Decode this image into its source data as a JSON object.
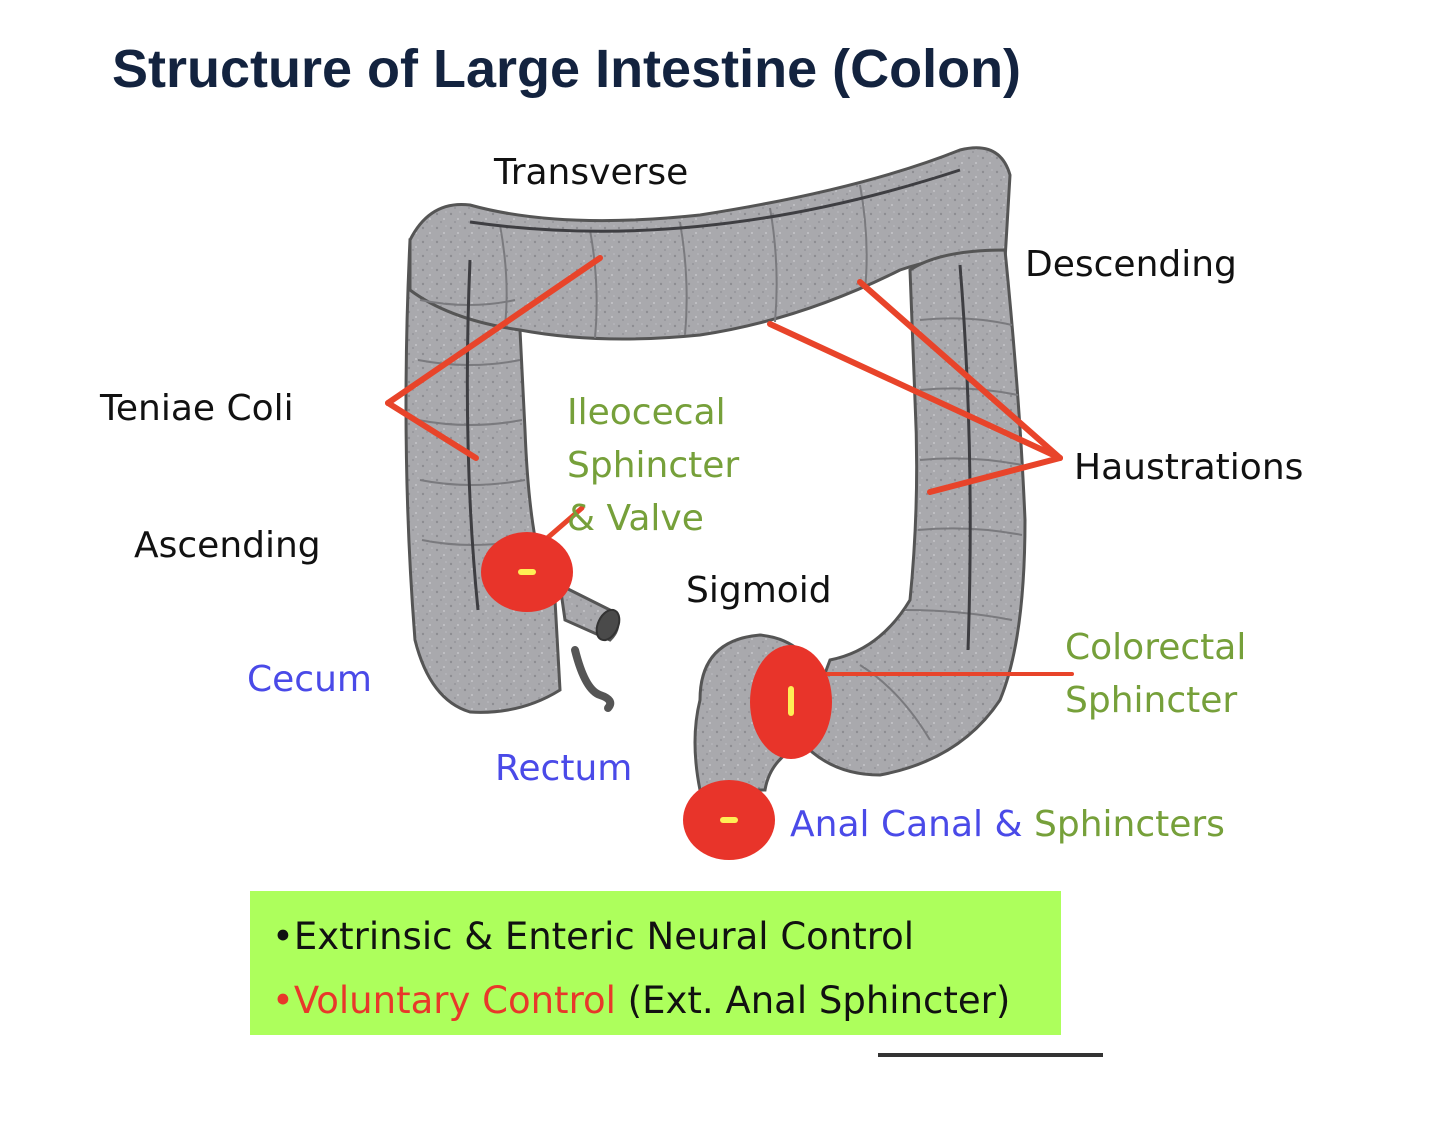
{
  "title": "Structure of Large Intestine (Colon)",
  "labels": {
    "transverse": "Transverse",
    "descending": "Descending",
    "teniae_coli": "Teniae Coli",
    "ascending": "Ascending",
    "cecum": "Cecum",
    "ileocecal_line1": "Ileocecal",
    "ileocecal_line2": "Sphincter",
    "ileocecal_line3": "& Valve",
    "haustrations": "Haustrations",
    "sigmoid": "Sigmoid",
    "colorectal_line1": "Colorectal",
    "colorectal_line2": "Sphincter",
    "rectum": "Rectum",
    "anal_canal": "Anal Canal &",
    "sphincters": " Sphincters"
  },
  "legend": {
    "bullet": "•",
    "item1": "Extrinsic & Enteric Neural Control",
    "item2_red": "Voluntary Control",
    "item2_rest": " (Ext. Anal Sphincter)"
  },
  "colors": {
    "title": "#13233f",
    "colon": "#a9a9ad",
    "outline": "#555555",
    "sphincter": "#e8342a",
    "sphincter_core": "#ffee55",
    "pointer": "#e8442a",
    "green_label": "#76a03a",
    "blue_label": "#4a4ae8",
    "legend_bg": "#adff5c"
  }
}
